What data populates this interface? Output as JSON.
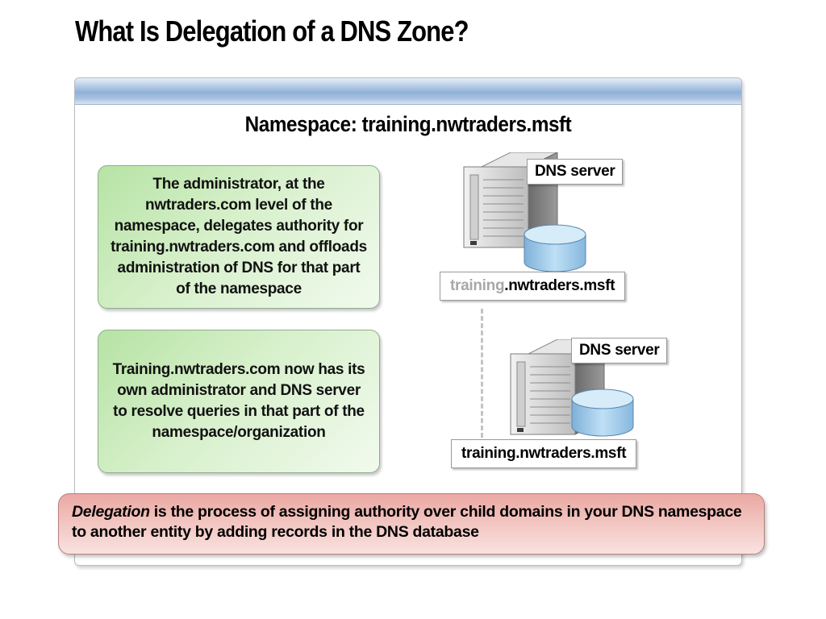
{
  "title": "What Is Delegation of a DNS Zone?",
  "namespace_heading": "Namespace: training.nwtraders.msft",
  "left_boxes": [
    {
      "text": "The administrator, at the nwtraders.com level of the namespace, delegates authority for training.nwtraders.com and offloads administration of DNS for that part of the namespace"
    },
    {
      "text": "Training.nwtraders.com now has its own administrator and DNS server to resolve queries in that part of the namespace/organization"
    }
  ],
  "servers": [
    {
      "label": "DNS server",
      "domain_prefix": "training",
      "domain_suffix": ".nwtraders.msft",
      "prefix_dimmed": true
    },
    {
      "label": "DNS server",
      "domain_prefix": "",
      "domain_suffix": "training.nwtraders.msft",
      "prefix_dimmed": false
    }
  ],
  "definition": {
    "term": "Delegation",
    "text": " is the process of assigning authority over child domains in your DNS namespace to another entity by adding records in the DNS database"
  },
  "colors": {
    "green_box": "#c6eab7",
    "note_box": "#f0b8b3",
    "panel_bar": "#9fbbdd",
    "dimmed_text": "#a8a8a8"
  },
  "icons": [
    "server-tower-icon",
    "database-cylinder-icon"
  ]
}
